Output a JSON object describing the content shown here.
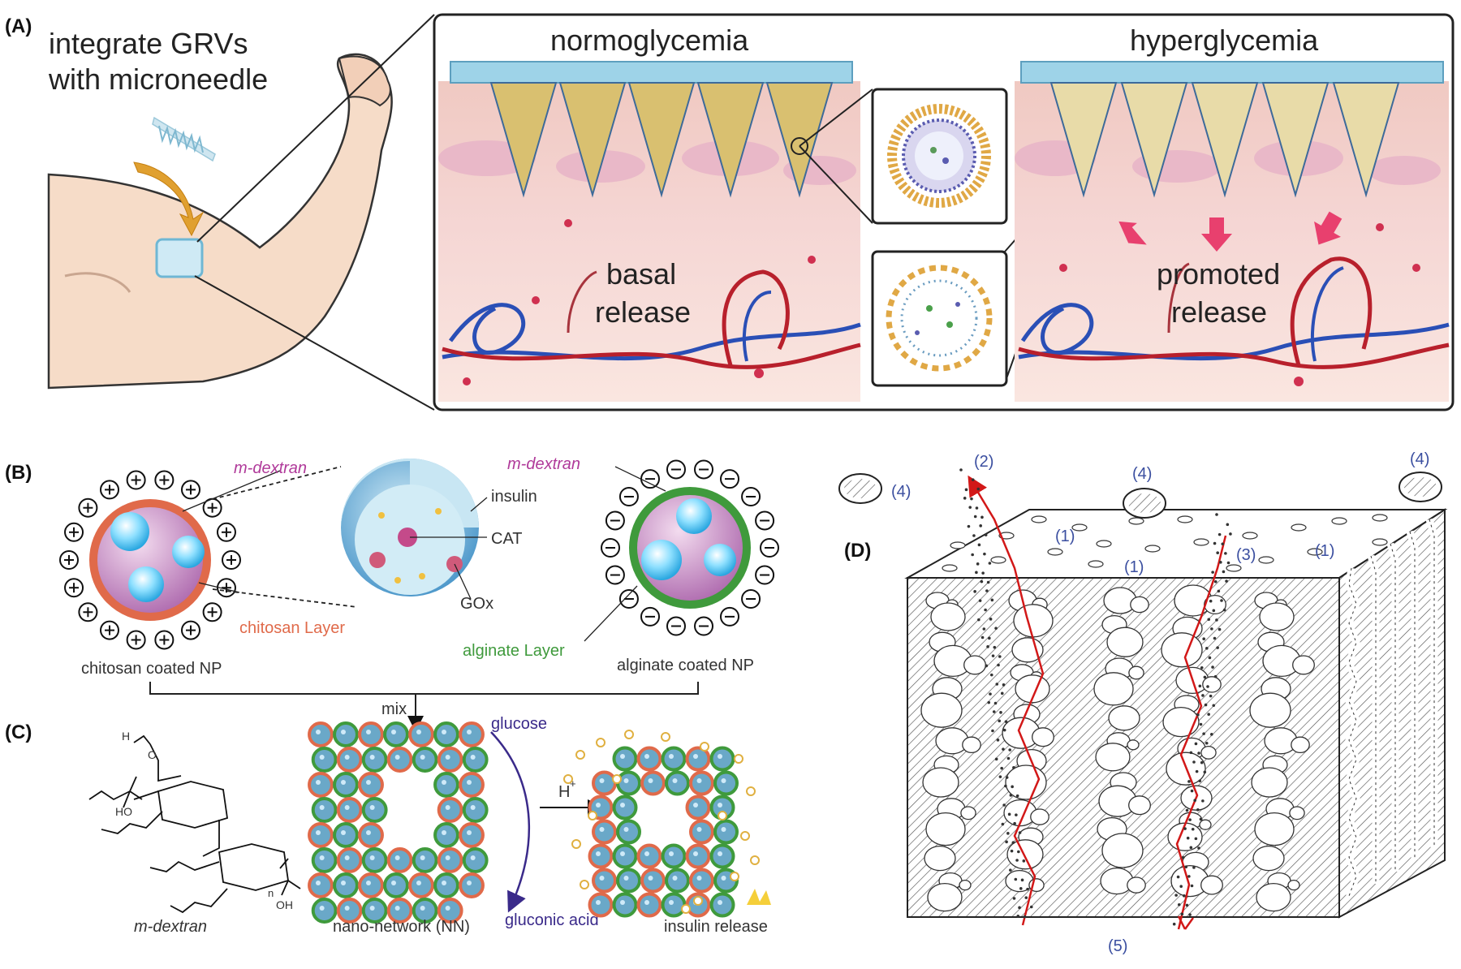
{
  "panel_a": {
    "letter": "(A)",
    "caption_line1": "integrate GRVs",
    "caption_line2": "with microneedle",
    "left_state": "normoglycemia",
    "right_state": "hyperglycemia",
    "left_release_line1": "basal",
    "left_release_line2": "release",
    "right_release_line1": "promoted",
    "right_release_line2": "release"
  },
  "panel_b": {
    "letter": "(B)",
    "label_mdextran_left": "m-dextran",
    "label_mdextran_right": "m-dextran",
    "label_insulin": "insulin",
    "label_cat": "CAT",
    "label_gox": "GOx",
    "label_chitosan_layer": "chitosan Layer",
    "label_alginate_layer": "alginate Layer",
    "label_chitosan_np": "chitosan coated NP",
    "label_alginate_np": "alginate coated NP",
    "label_mix": "mix"
  },
  "panel_c": {
    "letter": "(C)",
    "label_mdextran": "m-dextran",
    "label_glucose": "glucose",
    "label_gluconic": "gluconic acid",
    "label_hplus": "H",
    "label_hplus_sup": "+",
    "label_network": "nano-network (NN)",
    "label_insulin_release": "insulin release",
    "chem_h": "H",
    "chem_o": "O",
    "chem_ho": "HO",
    "chem_oh": "OH",
    "chem_n": "n"
  },
  "panel_d": {
    "letter": "(D)",
    "labels": [
      "(1)",
      "(1)",
      "(1)",
      "(2)",
      "(3)",
      "(4)",
      "(4)",
      "(4)",
      "(5)"
    ]
  },
  "colors": {
    "chitosan": "#e06a4a",
    "alginate": "#3f9a3c",
    "patch": "#9ed3e8",
    "vessel_red": "#b8202c",
    "vessel_blue": "#2a4fb6",
    "release_arrow": "#e8406e",
    "label_blue": "#3b4fa0",
    "mdextran_text": "#b03a9a"
  }
}
